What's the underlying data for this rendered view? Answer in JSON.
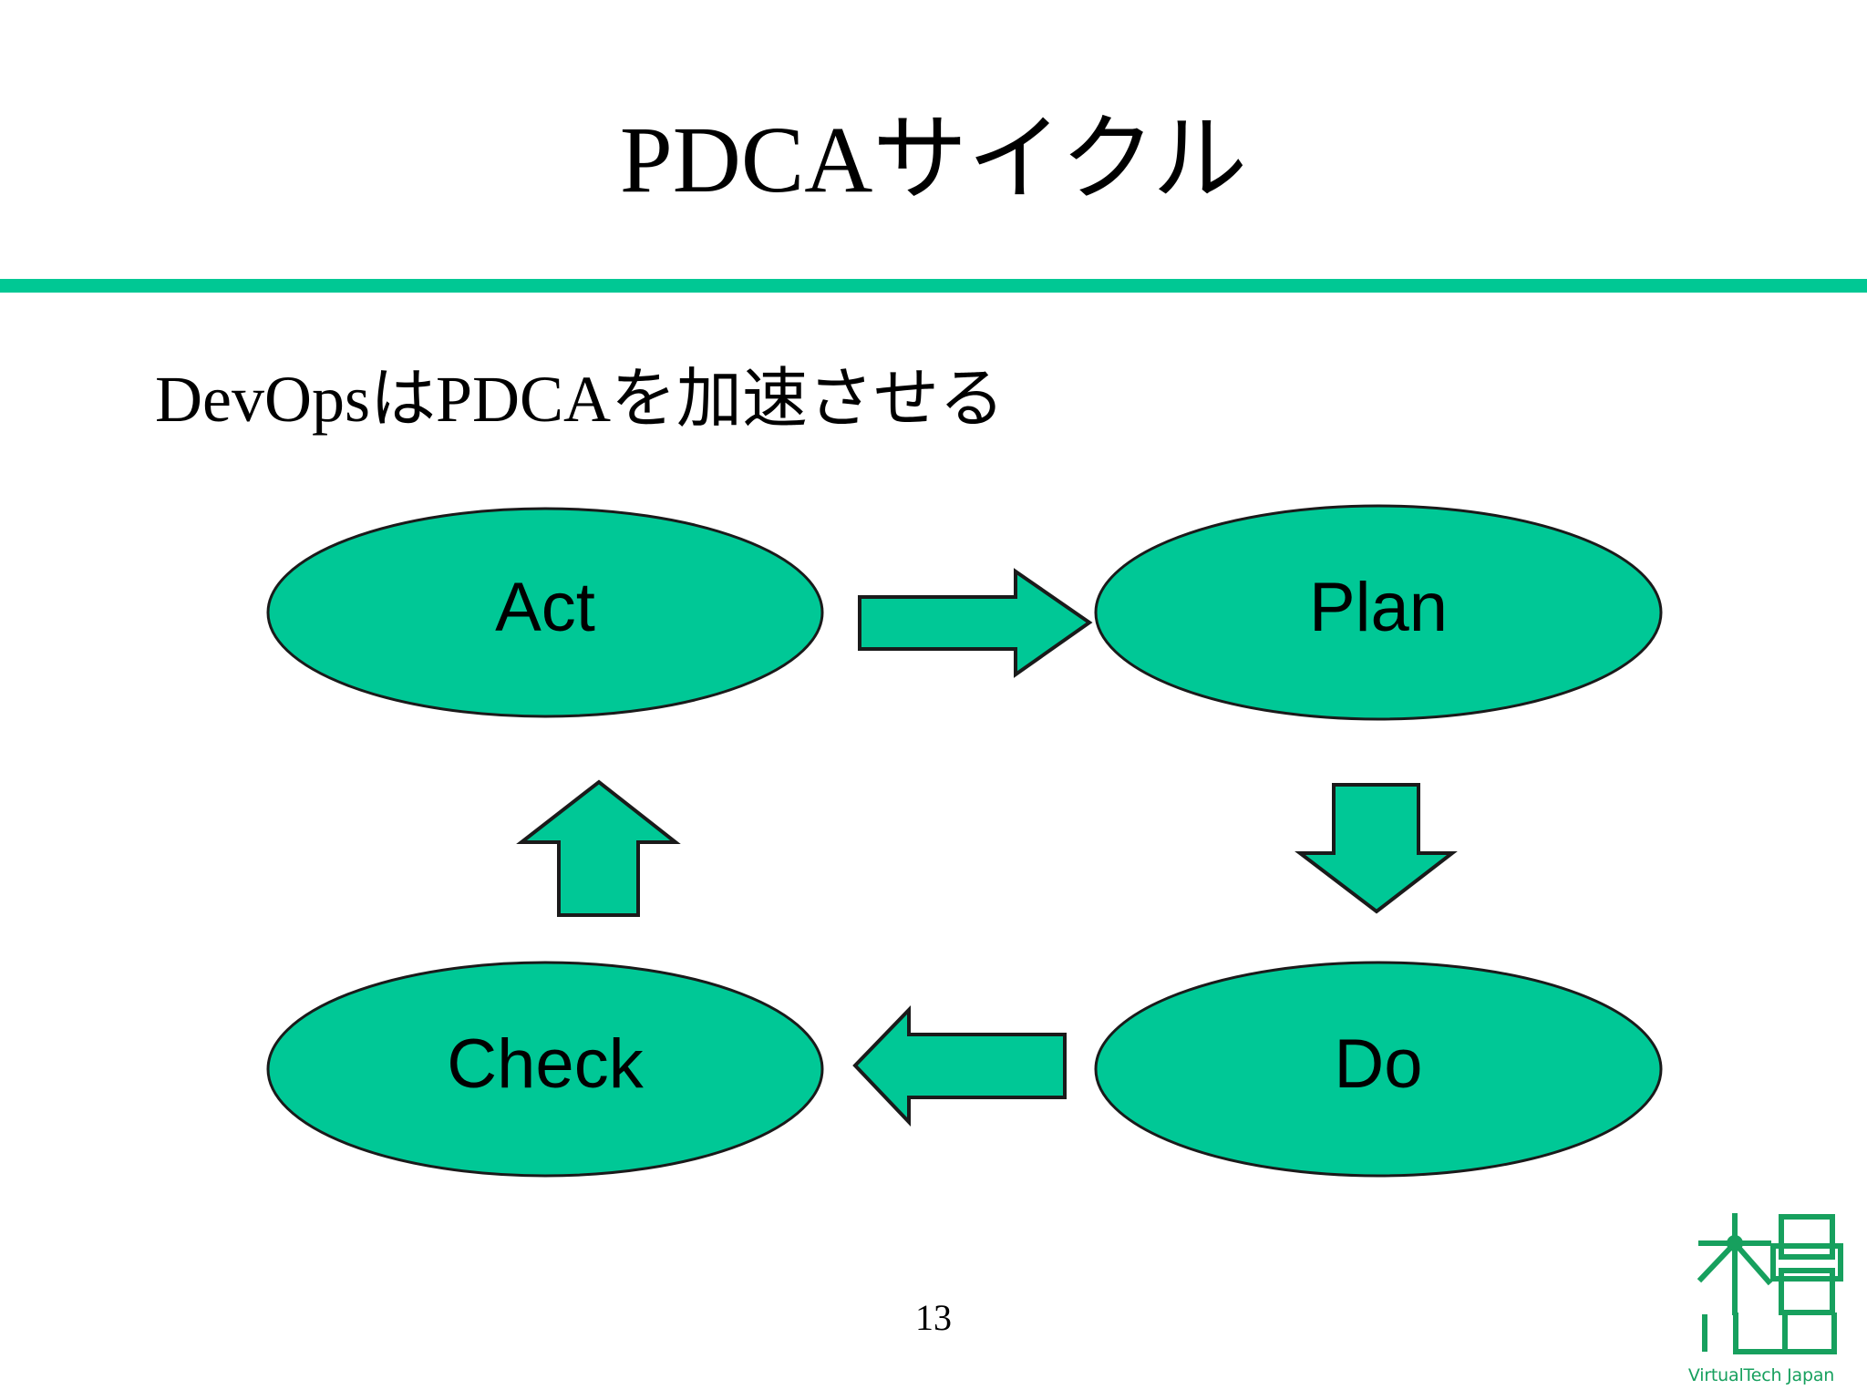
{
  "slide": {
    "title": "PDCAサイクル",
    "subtitle": "DevOpsはPDCAを加速させる",
    "page_number": "13",
    "accent_color": "#00C894",
    "shape_fill_color": "#00C896",
    "shape_stroke_color": "#1A1A1A",
    "background_color": "#FFFFFF",
    "text_color": "#000000"
  },
  "diagram": {
    "type": "cycle",
    "nodes": [
      {
        "id": "act",
        "label": "Act",
        "position": "top-left"
      },
      {
        "id": "plan",
        "label": "Plan",
        "position": "top-right"
      },
      {
        "id": "do",
        "label": "Do",
        "position": "bottom-right"
      },
      {
        "id": "check",
        "label": "Check",
        "position": "bottom-left"
      }
    ],
    "arrows": [
      {
        "id": "act-to-plan",
        "from": "act",
        "to": "plan",
        "direction": "right"
      },
      {
        "id": "plan-to-do",
        "from": "plan",
        "to": "do",
        "direction": "down"
      },
      {
        "id": "do-to-check",
        "from": "do",
        "to": "check",
        "direction": "left"
      },
      {
        "id": "check-to-act",
        "from": "check",
        "to": "act",
        "direction": "up"
      }
    ]
  },
  "logo": {
    "name": "VirtualTech Japan",
    "text": "VirtualTech Japan",
    "color": "#17A05E"
  }
}
